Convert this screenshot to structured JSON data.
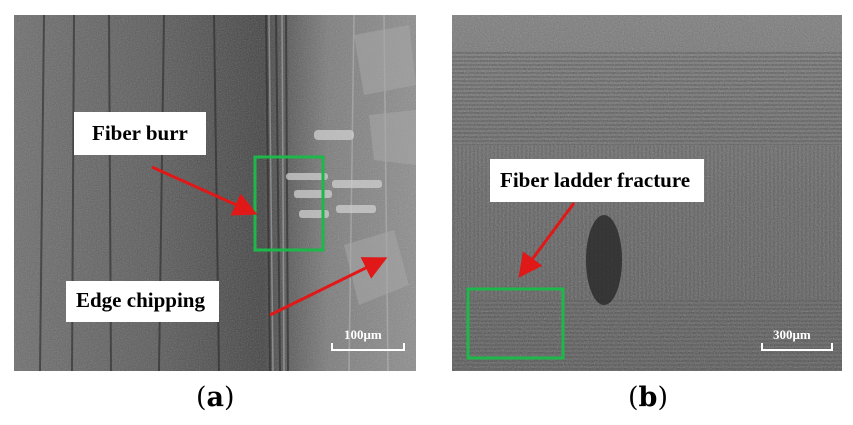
{
  "figure": {
    "panel_a": {
      "labels": {
        "fiber_burr": "Fiber burr",
        "edge_chipping": "Edge chipping"
      },
      "scale_bar": "100μm",
      "caption_letter": "a"
    },
    "panel_b": {
      "labels": {
        "fiber_ladder_fracture": "Fiber ladder fracture"
      },
      "scale_bar": "300μm",
      "caption_letter": "b"
    },
    "colors": {
      "arrow": "#e01818",
      "highlight_box": "#1db84a",
      "label_background": "#ffffff"
    }
  }
}
